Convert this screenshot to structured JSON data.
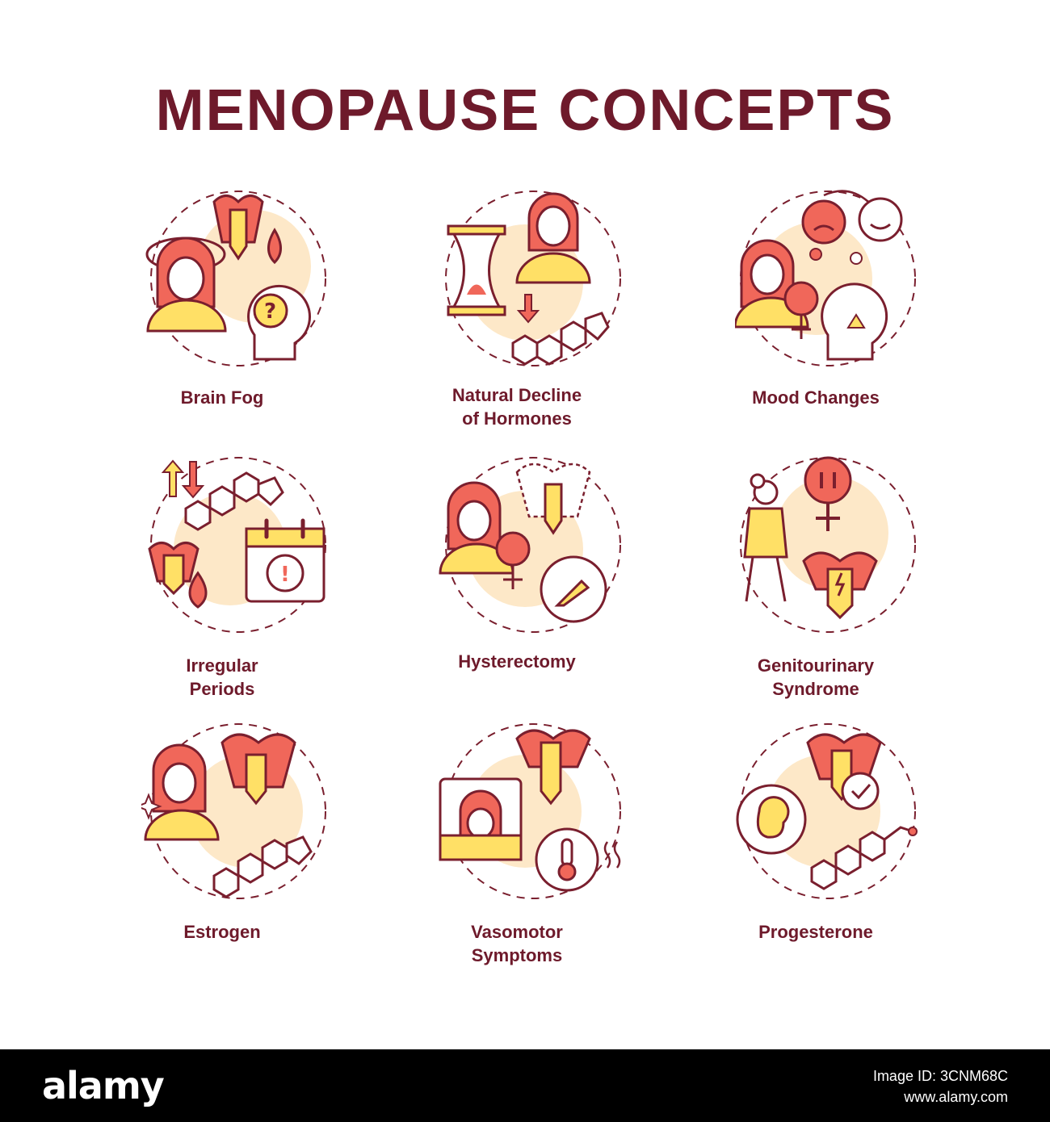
{
  "title": "MENOPAUSE CONCEPTS",
  "colors": {
    "title": "#6e1a2b",
    "outline": "#7a1f2e",
    "red": "#f0675a",
    "yellow": "#ffe066",
    "cream": "#fde8c8"
  },
  "concepts": [
    {
      "lines": [
        "Brain Fog"
      ],
      "icon": "brain-fog-icon"
    },
    {
      "lines": [
        "Natural Decline",
        "of Hormones"
      ],
      "icon": "hormone-decline-icon"
    },
    {
      "lines": [
        "Mood Changes"
      ],
      "icon": "mood-changes-icon"
    },
    {
      "lines": [
        "Irregular",
        "Periods"
      ],
      "icon": "irregular-periods-icon"
    },
    {
      "lines": [
        "Hysterectomy"
      ],
      "icon": "hysterectomy-icon"
    },
    {
      "lines": [
        "Genitourinary",
        "Syndrome"
      ],
      "icon": "genitourinary-syndrome-icon"
    },
    {
      "lines": [
        "Estrogen"
      ],
      "icon": "estrogen-icon"
    },
    {
      "lines": [
        "Vasomotor",
        "Symptoms"
      ],
      "icon": "vasomotor-symptoms-icon"
    },
    {
      "lines": [
        "Progesterone"
      ],
      "icon": "progesterone-icon"
    }
  ],
  "footer": {
    "brand": "alamy",
    "image_id_label": "Image ID: 3CNM68C",
    "site": "www.alamy.com"
  }
}
